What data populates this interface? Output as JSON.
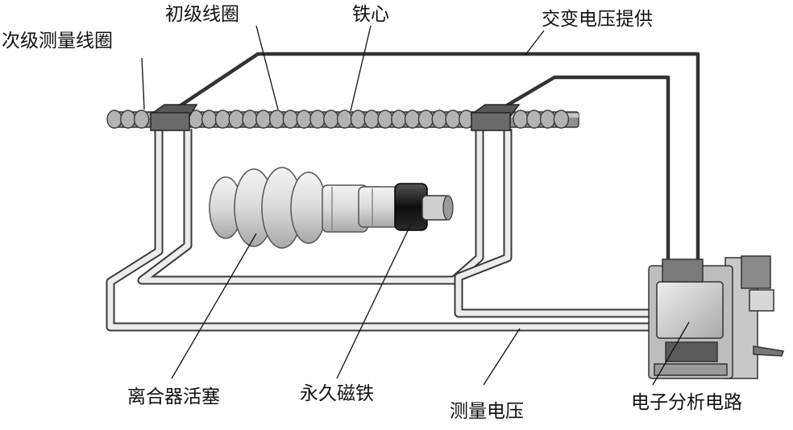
{
  "labels": {
    "secondary_coil": "次级测量线圈",
    "primary_coil": "初级线圈",
    "iron_core": "铁心",
    "ac_supply": "交变电压提供",
    "clutch_piston": "离合器活塞",
    "permanent_magnet": "永久磁铁",
    "measured_voltage": "测量电压",
    "electronic_circuit": "电子分析电路"
  },
  "colors": {
    "core_fill": "#9a9a9a",
    "outline": "#3a3a3a",
    "wire_dark": "#333333",
    "wire_light": "#e8e8e8",
    "magnet": "#151515",
    "piston": "#dcdcdc"
  }
}
